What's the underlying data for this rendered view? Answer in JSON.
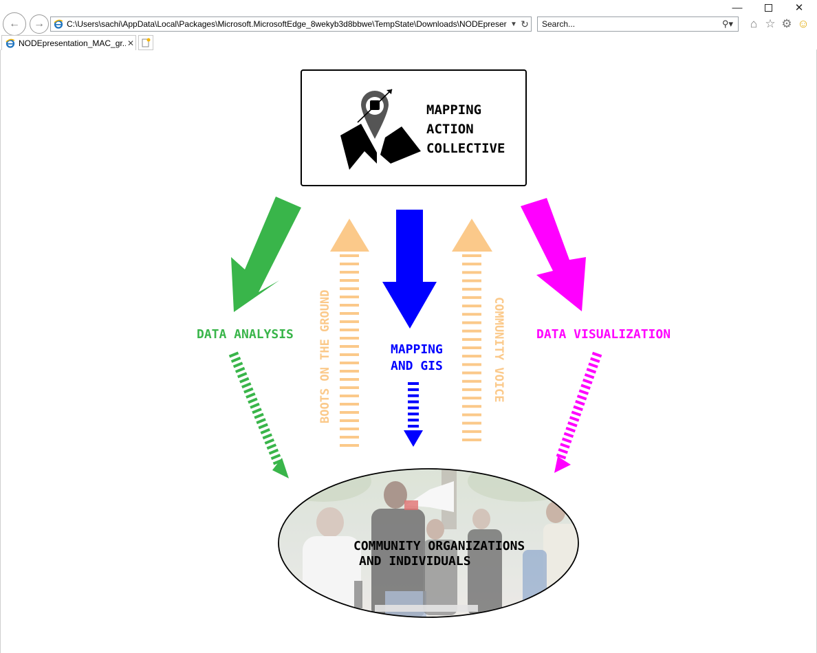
{
  "window": {
    "minimize_icon": "minimize-icon",
    "maximize_icon": "maximize-icon",
    "close_icon": "close-icon"
  },
  "toolbar": {
    "address": "C:\\Users\\sachi\\AppData\\Local\\Packages\\Microsoft.MicrosoftEdge_8wekyb3d8bbwe\\TempState\\Downloads\\NODEpreser",
    "search_placeholder": "Search..."
  },
  "tab": {
    "title": "NODEpresentation_MAC_gr..."
  },
  "diagram": {
    "logo_line1": "MAPPING",
    "logo_line2": "ACTION",
    "logo_line3": "COLLECTIVE",
    "data_analysis": "DATA ANALYSIS",
    "mapping_line1": "MAPPING",
    "mapping_line2": "AND GIS",
    "data_visualization": "DATA VISUALIZATION",
    "boots": "BOOTS ON THE GROUND",
    "community_voice": "COMMUNITY VOICE",
    "community_line1": "COMMUNITY ORGANIZATIONS",
    "community_line2": "AND INDIVIDUALS"
  },
  "colors": {
    "green": "#39b54a",
    "blue": "#0000ff",
    "magenta": "#ff00ff",
    "peach": "#fbc98a"
  }
}
